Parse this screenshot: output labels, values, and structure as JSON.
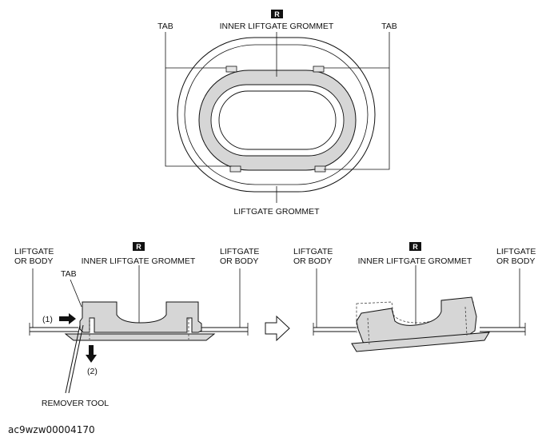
{
  "badge": "R",
  "top_view": {
    "tab_left": "TAB",
    "tab_right": "TAB",
    "inner_grommet": "INNER LIFTGATE GROMMET",
    "grommet": "LIFTGATE GROMMET"
  },
  "section_before": {
    "left_panel": [
      "LIFTGATE",
      "OR BODY"
    ],
    "right_panel": [
      "LIFTGATE",
      "OR BODY"
    ],
    "inner_grommet": "INNER LIFTGATE GROMMET",
    "tab": "TAB",
    "step1": "(1)",
    "step2": "(2)",
    "tool": "REMOVER TOOL"
  },
  "section_after": {
    "left_panel": [
      "LIFTGATE",
      "OR BODY"
    ],
    "right_panel": [
      "LIFTGATE",
      "OR BODY"
    ],
    "inner_grommet": "INNER LIFTGATE GROMMET"
  },
  "figure_code": "ac9wzw00004170"
}
